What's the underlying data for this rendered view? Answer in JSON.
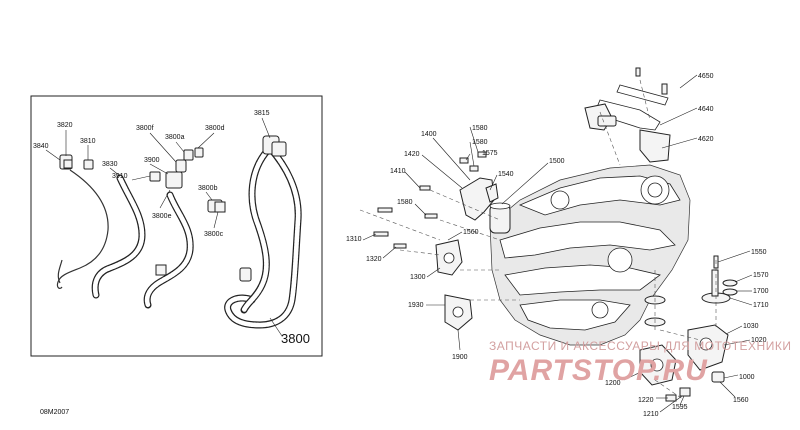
{
  "diagram": {
    "code": "08M2007",
    "inset_labels": [
      "3820",
      "3810",
      "3840",
      "3830",
      "3800f",
      "3800a",
      "3800d",
      "3815",
      "3910",
      "3900",
      "3800b",
      "3800e",
      "3800c"
    ],
    "inset_big_label": "3800",
    "main_labels": [
      "4650",
      "4640",
      "4620",
      "1400",
      "1580",
      "1580",
      "1575",
      "1420",
      "1500",
      "1410",
      "1540",
      "1580",
      "1560",
      "1310",
      "1320",
      "1300",
      "1930",
      "1900",
      "1550",
      "1570",
      "1700",
      "1710",
      "1030",
      "1020",
      "1200",
      "1000",
      "1220",
      "1595",
      "1560",
      "1210"
    ]
  },
  "watermark": {
    "line1": "ЗАПЧАСТИ И АКСЕССУАРЫ ДЛЯ МОТОТЕХНИКИ",
    "line2": "PARTSTOP.RU"
  }
}
